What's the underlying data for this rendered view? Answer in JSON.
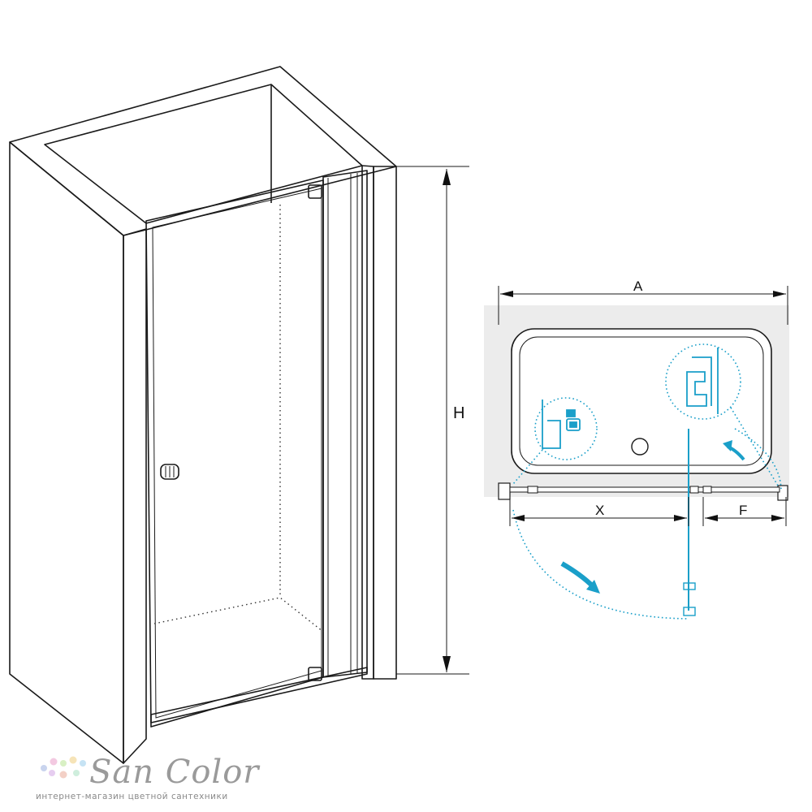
{
  "dimensions": {
    "height": "H",
    "width_total": "A",
    "door_opening": "X",
    "fixed_panel": "F"
  },
  "brand": {
    "name": "San Color",
    "tagline": "интернет-магазин цветной сантехники"
  },
  "colors": {
    "line": "#1a1a1a",
    "accent": "#1a9fc9",
    "wall_fill": "#ececec"
  }
}
